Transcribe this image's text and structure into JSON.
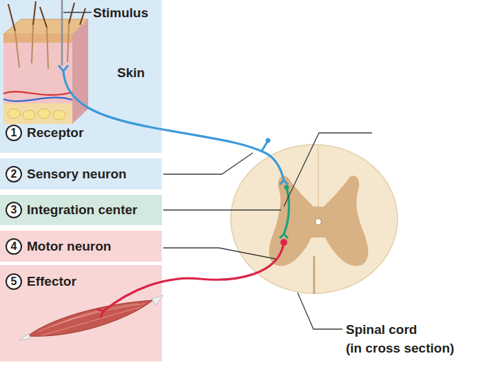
{
  "diagram": {
    "nodes": [
      {
        "text": [
          "1",
          "Receptor"
        ]
      },
      {
        "text": [
          "2",
          "Sensory neuron"
        ]
      },
      {
        "text": [
          "3",
          "Integration center"
        ]
      },
      {
        "text": [
          "4",
          "Motor neuron"
        ]
      },
      {
        "text": [
          "5",
          "Effector"
        ]
      }
    ],
    "labels": [
      "Stimulus",
      "Skin",
      "Spinal cord (in cross section)"
    ]
  }
}
